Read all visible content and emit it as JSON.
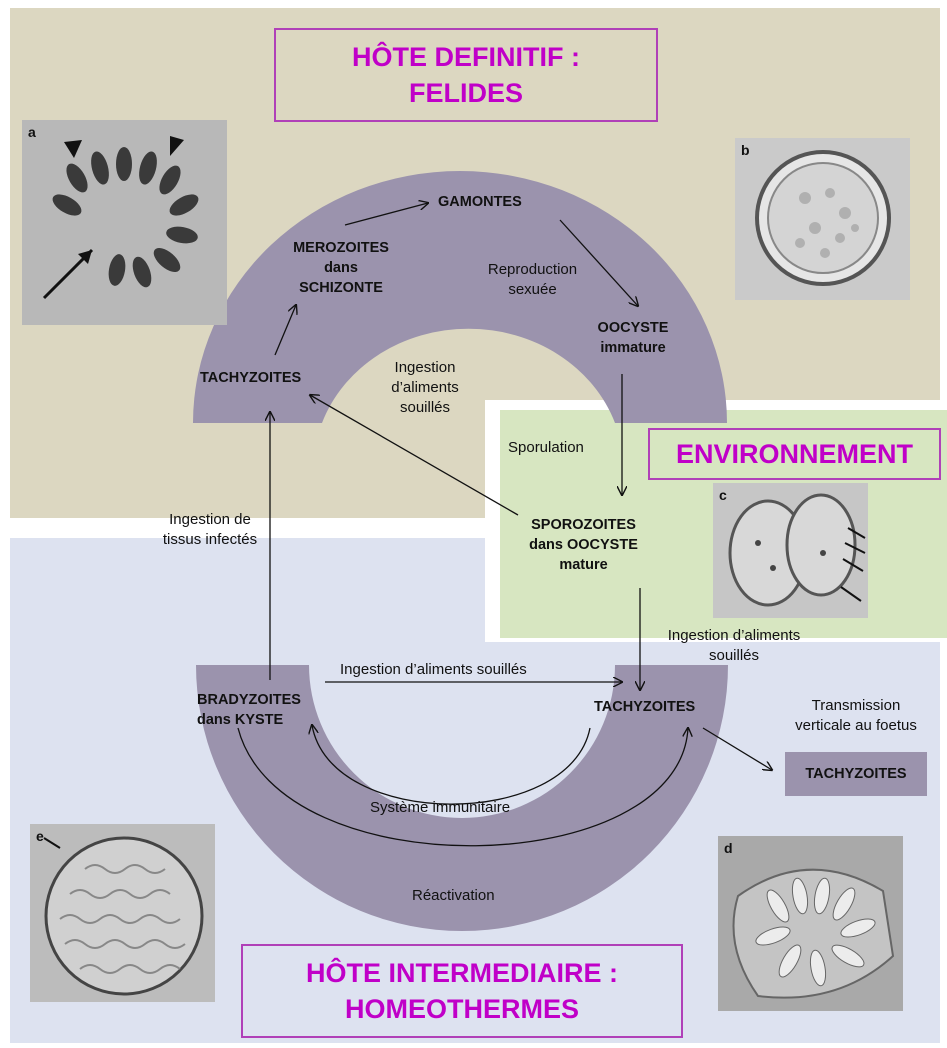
{
  "colors": {
    "definitive_bg": "#dcd7c1",
    "intermediate_bg": "#dde2f0",
    "environment_bg": "#d7e6c1",
    "ring": "#9b93ad",
    "title_text": "#c000c8",
    "title_border": "#b040b8"
  },
  "titles": {
    "definitive_host_line1": "HÔTE DEFINITIF :",
    "definitive_host_line2": "FELIDES",
    "environment": "ENVIRONNEMENT",
    "intermediate_host_line1": "HÔTE INTERMEDIAIRE :",
    "intermediate_host_line2": "HOMEOTHERMES"
  },
  "stages": {
    "gamontes": "GAMONTES",
    "merozoites_line1": "MEROZOITES",
    "merozoites_line2": "dans",
    "merozoites_line3": "SCHIZONTE",
    "oocyste_immature_line1": "OOCYSTE",
    "oocyste_immature_line2": "immature",
    "tachyzoites_top": "TACHYZOITES",
    "sporozoites_line1": "SPOROZOITES",
    "sporozoites_line2": "dans OOCYSTE",
    "sporozoites_line3": "mature",
    "bradyzoites_line1": "BRADYZOITES",
    "bradyzoites_line2": "dans KYSTE",
    "tachyzoites_bottom": "TACHYZOITES",
    "tachyzoites_foetus": "TACHYZOITES"
  },
  "labels": {
    "reproduction_line1": "Reproduction",
    "reproduction_line2": "sexuée",
    "ingestion_center_line1": "Ingestion",
    "ingestion_center_line2": "d’aliments",
    "ingestion_center_line3": "souillés",
    "sporulation": "Sporulation",
    "ingestion_tissus_line1": "Ingestion de",
    "ingestion_tissus_line2": "tissus infectés",
    "ingestion_right_line1": "Ingestion d’aliments",
    "ingestion_right_line2": "souillés",
    "ingestion_bottom": "Ingestion d’aliments souillés",
    "transmission_line1": "Transmission",
    "transmission_line2": "verticale au foetus",
    "systeme_immunitaire": "Système immunitaire",
    "reactivation": "Réactivation"
  },
  "photos": {
    "a": "a",
    "b": "b",
    "c": "c",
    "d": "d",
    "e": "e"
  }
}
